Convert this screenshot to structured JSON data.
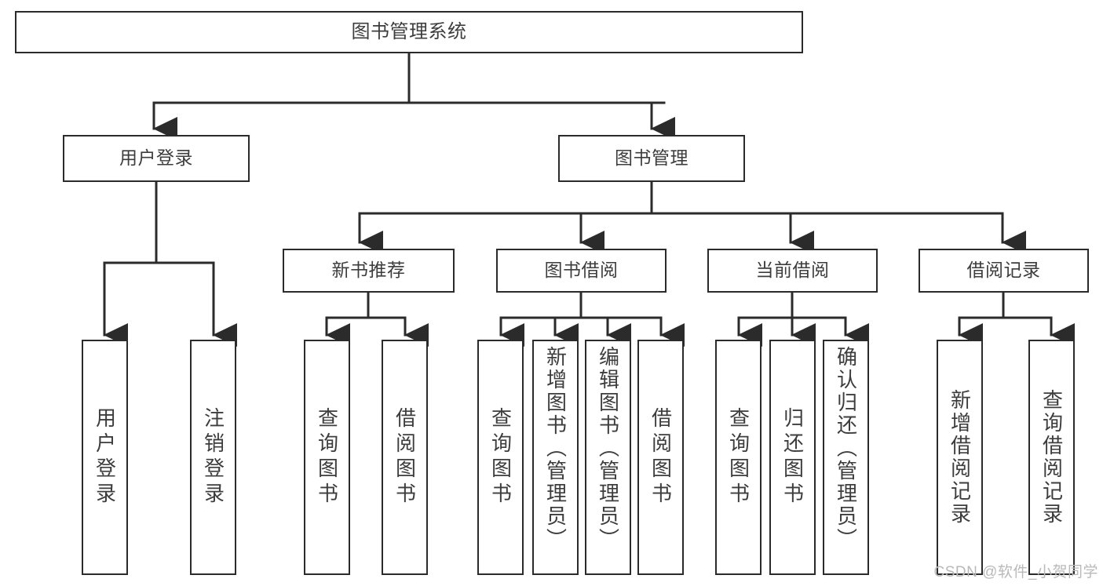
{
  "diagram": {
    "title": "图书管理系统",
    "type": "tree",
    "watermark": "CSDN @软件_小贺同学",
    "colors": {
      "stroke": "#2b2b2b",
      "text": "#3d3d3d",
      "background": "#ffffff",
      "watermark": "#b9b9b9"
    },
    "nodes": {
      "root": {
        "label": "图书管理系统"
      },
      "level1": [
        {
          "label": "用户登录"
        },
        {
          "label": "图书管理"
        }
      ],
      "level2": [
        {
          "label": "新书推荐"
        },
        {
          "label": "图书借阅"
        },
        {
          "label": "当前借阅"
        },
        {
          "label": "借阅记录"
        }
      ],
      "leaves": {
        "user_login": [
          {
            "label": "用户登录"
          },
          {
            "label": "注销登录"
          }
        ],
        "new_book_recommend": [
          {
            "label": "查询图书"
          },
          {
            "label": "借阅图书"
          }
        ],
        "book_borrow": [
          {
            "label": "查询图书"
          },
          {
            "label": "新增图书（管理员）"
          },
          {
            "label": "编辑图书（管理员）"
          },
          {
            "label": "借阅图书"
          }
        ],
        "current_borrow": [
          {
            "label": "查询图书"
          },
          {
            "label": "归还图书"
          },
          {
            "label": "确认归还（管理员）"
          }
        ],
        "borrow_record": [
          {
            "label": "新增借阅记录"
          },
          {
            "label": "查询借阅记录"
          }
        ]
      }
    }
  }
}
